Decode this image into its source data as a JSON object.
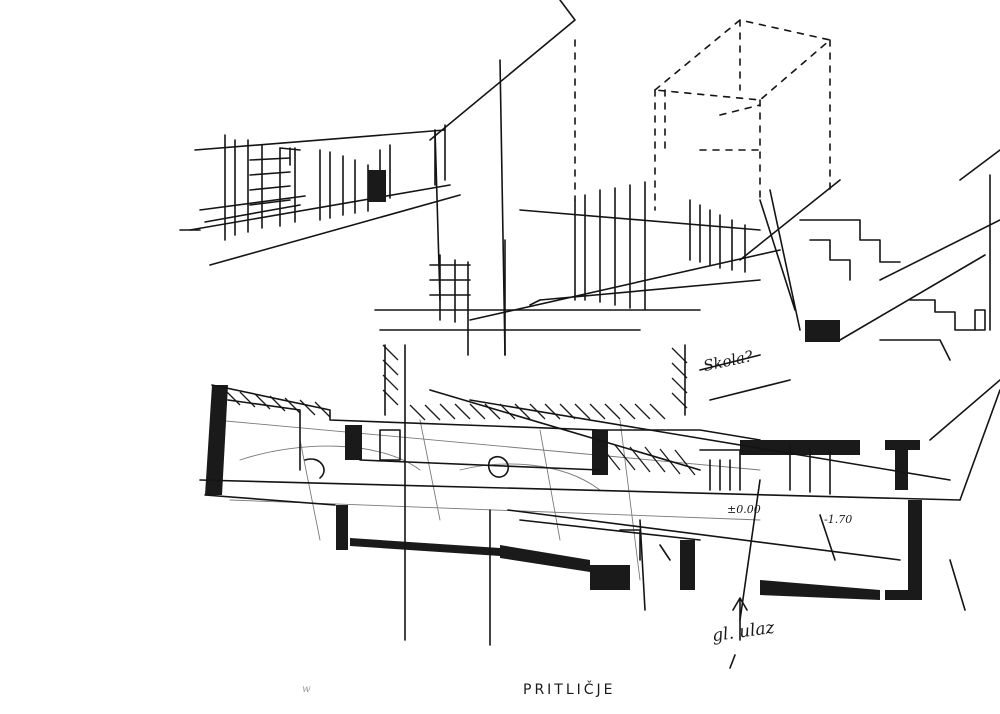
{
  "annotations": {
    "school_note": "Skola?",
    "dimension_left": "±0.00",
    "dimension_right": "-1.70",
    "entrance_note": "gl. ulaz",
    "plan_title": "PRITLIČJE",
    "corner_mark": "w"
  },
  "colors": {
    "paper": "#ffffff",
    "ink": "#141414",
    "pencil": "#7a7a7a"
  }
}
